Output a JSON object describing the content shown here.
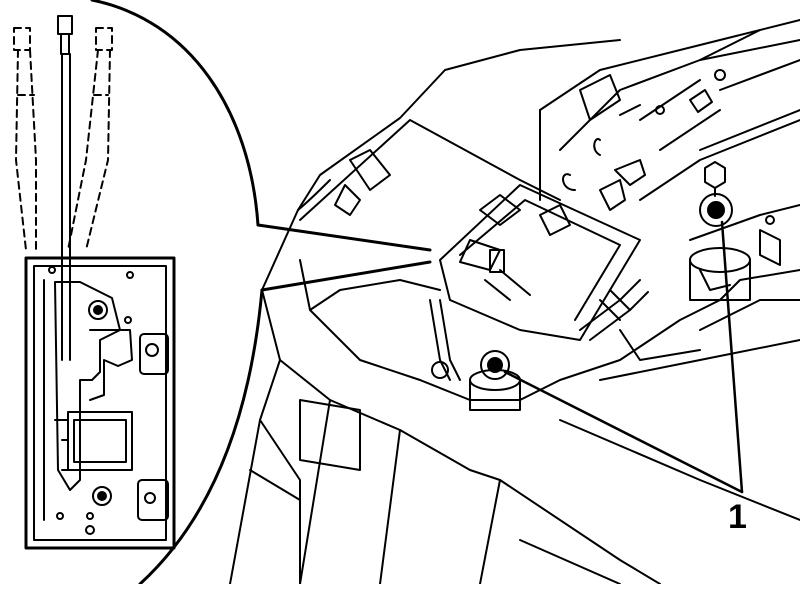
{
  "figure": {
    "callout_number": "1",
    "colors": {
      "line": "#000000",
      "background": "#ffffff"
    },
    "elements": [
      "detail-inset-shift-mechanism",
      "shift-lever-positions",
      "gearshift-console-assembly",
      "fastening-nuts"
    ]
  }
}
